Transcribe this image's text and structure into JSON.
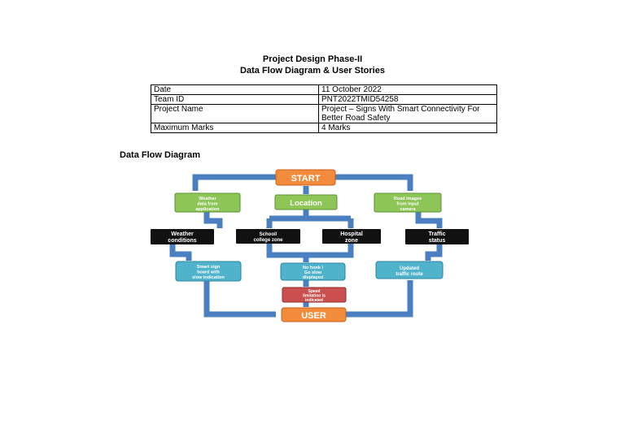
{
  "header": {
    "line1": "Project Design Phase-II",
    "line2": "Data Flow Diagram & User Stories"
  },
  "info_table": [
    {
      "label": "Date",
      "value": "11 October 2022",
      "value2": ""
    },
    {
      "label": "Team ID",
      "value": "PNT2022TMID54258",
      "value2": ""
    },
    {
      "label": "Project Name",
      "value": "Project – Signs With Smart Connectivity For",
      "value2": "Better Road Safety"
    },
    {
      "label": "Maximum Marks",
      "value": "4 Marks",
      "value2": ""
    }
  ],
  "section_title": "Data Flow Diagram",
  "diagram": {
    "start": "START",
    "location": "Location",
    "weather_data_l1": "Weather",
    "weather_data_l2": "data from",
    "weather_data_l3": "application",
    "road_images_l1": "Road images",
    "road_images_l2": "from input",
    "road_images_l3": "camera",
    "weather_conditions_l1": "Weather",
    "weather_conditions_l2": "conditions",
    "school_zone_l1": "School/",
    "school_zone_l2": "college zone",
    "hospital_zone_l1": "Hospital",
    "hospital_zone_l2": "zone",
    "traffic_status_l1": "Traffic",
    "traffic_status_l2": "status",
    "smart_sign_l1": "Smart sign",
    "smart_sign_l2": "board with",
    "smart_sign_l3": "slow indication",
    "no_honk_l1": "No honk \\",
    "no_honk_l2": "Go slow",
    "no_honk_l3": "displayed",
    "updated_route_l1": "Updated",
    "updated_route_l2": "traffic route",
    "speed_limit_l1": "Speed",
    "speed_limit_l2": "limitation is",
    "speed_limit_l3": "indicated",
    "user": "USER",
    "colors": {
      "arrow": "#4a7fc1",
      "orange": "#f28c3c",
      "green": "#8dc557",
      "black": "#111111",
      "teal": "#4fb3cc",
      "red": "#c9504f"
    }
  }
}
